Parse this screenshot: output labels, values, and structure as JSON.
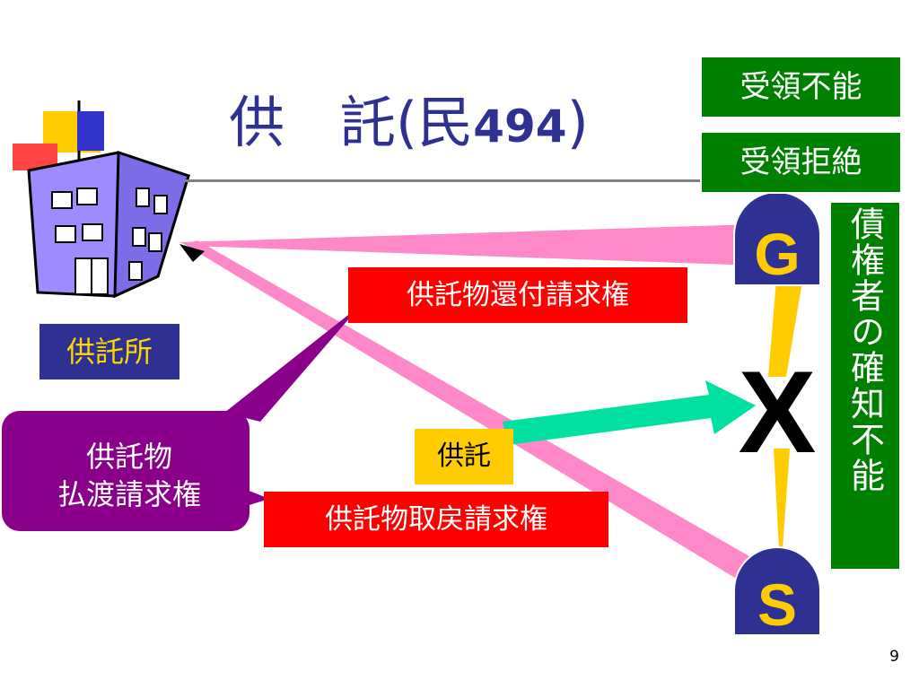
{
  "title": {
    "main": "供　託(民",
    "number": "494",
    "close": ")"
  },
  "green_labels": {
    "top": "受領不能",
    "second": "受領拒絶"
  },
  "vertical_label": "債権者の確知不能",
  "nodes": {
    "creditor": "G",
    "debtor": "S",
    "unknown": "X"
  },
  "depot_label": "供託所",
  "red_labels": {
    "refund": "供託物還付請求権",
    "withdraw": "供託物取戻請求権"
  },
  "deposit_label": "供託",
  "callout": {
    "line1": "供託物",
    "line2": "払渡請求権"
  },
  "page_number": "9",
  "colors": {
    "title": "#2e3192",
    "green": "#008000",
    "red": "#ff0000",
    "pink": "#ff88c8",
    "teal": "#00e0a0",
    "navy": "#2e3192",
    "gold": "#ffcc00",
    "purple": "#8b008b",
    "building": "#9c8cff"
  },
  "icons": {
    "building": "office-building-icon"
  }
}
